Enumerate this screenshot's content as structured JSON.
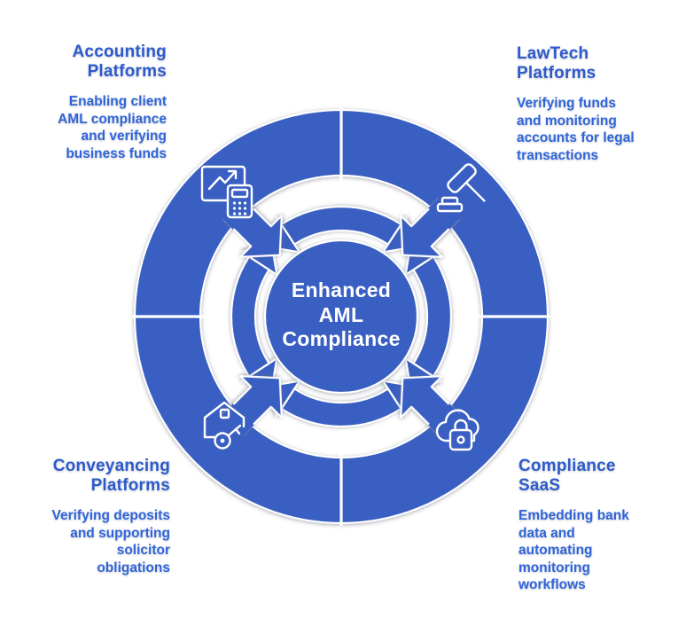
{
  "title": "Enhanced AML Compliance infographic",
  "center": {
    "label_lines": [
      "Enhanced",
      "AML",
      "Compliance"
    ]
  },
  "quadrants": {
    "accounting": {
      "heading_lines": [
        "Accounting",
        "Platforms"
      ],
      "body_lines": [
        "Enabling client",
        "AML compliance",
        "and verifying",
        "business funds"
      ],
      "icon": "chart-calculator-icon"
    },
    "lawtech": {
      "heading_lines": [
        "LawTech",
        "Platforms"
      ],
      "body_lines": [
        "Verifying funds",
        "and monitoring",
        "accounts for legal",
        "transactions"
      ],
      "icon": "gavel-icon"
    },
    "conveyancing": {
      "heading_lines": [
        "Conveyancing",
        "Platforms"
      ],
      "body_lines": [
        "Verifying deposits",
        "and supporting",
        "solicitor",
        "obligations"
      ],
      "icon": "house-key-icon"
    },
    "compliance_saas": {
      "heading_lines": [
        "Compliance",
        "SaaS"
      ],
      "body_lines": [
        "Embedding bank",
        "data and",
        "automating",
        "monitoring",
        "workflows"
      ],
      "icon": "cloud-lock-icon"
    }
  },
  "colors": {
    "ring_blue": "#3a5fc2",
    "heading_blue": "#2d5bce",
    "body_blue": "#2f64da",
    "center_text": "#ffffff",
    "background": "#ffffff"
  }
}
